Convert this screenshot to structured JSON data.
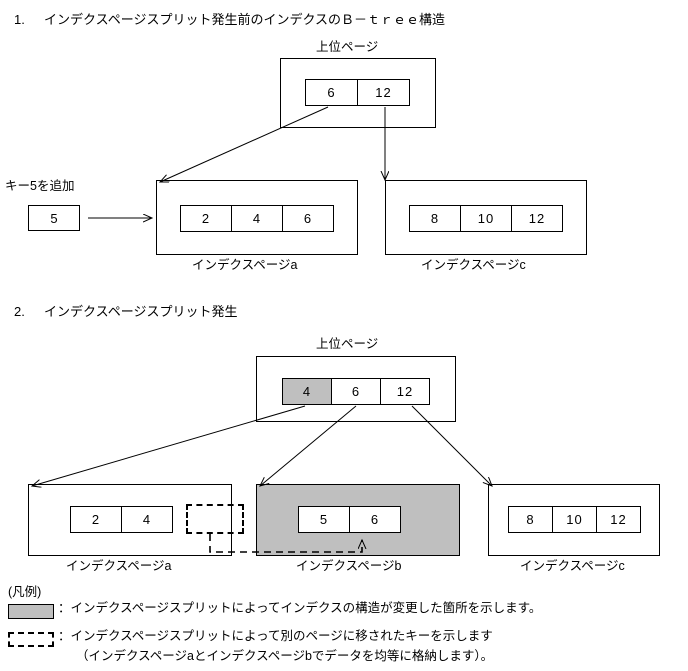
{
  "document": {
    "sections": [
      {
        "number": "1.",
        "title": "インデクスページスプリット発生前のインデクスのＢ－ｔｒｅｅ構造",
        "upper_page_label": "上位ページ",
        "upper_page_keys": [
          "6",
          "12"
        ],
        "add_key_label": "キー5を追加",
        "add_key_value": "5",
        "pages": [
          {
            "caption": "インデクスページa",
            "keys": [
              "2",
              "4",
              "6"
            ]
          },
          {
            "caption": "インデクスページc",
            "keys": [
              "8",
              "10",
              "12"
            ]
          }
        ]
      },
      {
        "number": "2.",
        "title": "インデクスページスプリット発生",
        "upper_page_label": "上位ページ",
        "upper_page_keys": [
          "4",
          "6",
          "12"
        ],
        "upper_page_highlight_index": 0,
        "pages": [
          {
            "caption": "インデクスページa",
            "keys": [
              "2",
              "4"
            ],
            "dashed_empty_cell": true,
            "shaded": false
          },
          {
            "caption": "インデクスページb",
            "keys": [
              "5",
              "6"
            ],
            "shaded": true
          },
          {
            "caption": "インデクスページc",
            "keys": [
              "8",
              "10",
              "12"
            ],
            "shaded": false
          }
        ]
      }
    ],
    "legend": {
      "title": "(凡例)",
      "entries": [
        {
          "swatch": "gray-fill-swatch",
          "text": "：インデクスページスプリットによってインデクスの構造が変更した箇所を示します。"
        },
        {
          "swatch": "dashed-outline-swatch",
          "text": "：インデクスページスプリットによって別のページに移されたキーを示します",
          "text2": "（インデクスページaとインデクスページbでデータを均等に格納します）。"
        }
      ]
    },
    "colors": {
      "highlight_fill": "#bfbfbf",
      "line": "#000000",
      "background": "#ffffff"
    }
  }
}
